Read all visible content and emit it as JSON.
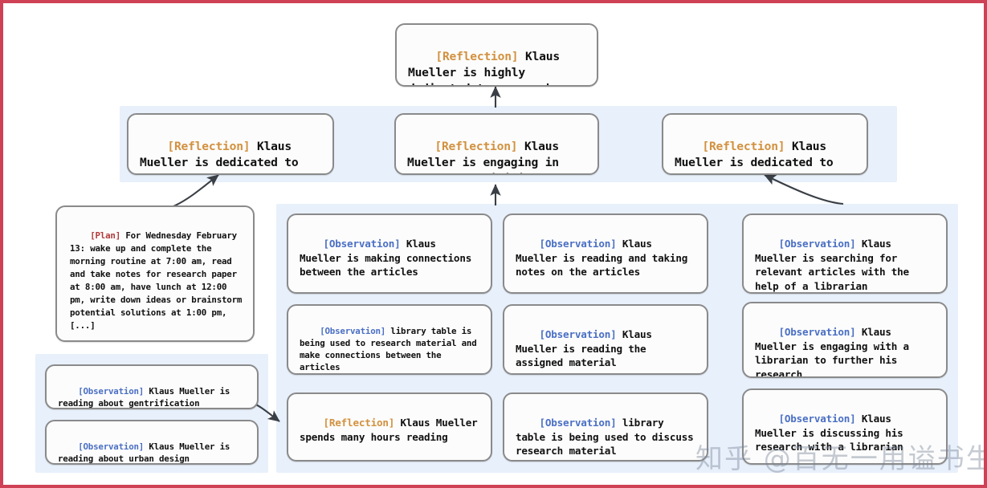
{
  "figure": {
    "type": "reflection-tree-diagram",
    "border_color": "#cf4155",
    "panel_color": "#e8f0fb",
    "node_border_color": "#8a8a8a",
    "tag_colors": {
      "reflection": "#d2913f",
      "observation": "#4a6fc4",
      "plan": "#b03a3a"
    }
  },
  "root": {
    "tag": "[Reflection]",
    "text": " Klaus Mueller is highly dedicated to research"
  },
  "reflections": [
    {
      "tag": "[Reflection]",
      "text": " Klaus Mueller is dedicated to research"
    },
    {
      "tag": "[Reflection]",
      "text": " Klaus Mueller is engaging in research activities"
    },
    {
      "tag": "[Reflection]",
      "text": " Klaus Mueller is dedicated to research"
    }
  ],
  "plan": {
    "tag": "[Plan]",
    "text": " For Wednesday February 13: wake up and complete the morning routine at 7:00 am, read and take notes for research paper at 8:00 am, have lunch at 12:00 pm, write down ideas or brainstorm potential solutions at 1:00 pm, [...]"
  },
  "left_observations": [
    {
      "tag": "[Observation]",
      "text": " Klaus Mueller is reading about gentrification"
    },
    {
      "tag": "[Observation]",
      "text": " Klaus Mueller is reading about urban design"
    }
  ],
  "column_a": [
    {
      "tag": "[Observation]",
      "text": " Klaus Mueller is making connections between the articles"
    },
    {
      "tag": "[Observation]",
      "text": " library table is being used to research material and make connections between the articles"
    },
    {
      "tag": "[Reflection]",
      "text": " Klaus Mueller spends many hours reading"
    }
  ],
  "column_b": [
    {
      "tag": "[Observation]",
      "text": " Klaus Mueller is reading and taking notes on the articles"
    },
    {
      "tag": "[Observation]",
      "text": " Klaus Mueller is reading the assigned material"
    },
    {
      "tag": "[Observation]",
      "text": " library table is being used to discuss research material"
    }
  ],
  "column_c": [
    {
      "tag": "[Observation]",
      "text": " Klaus Mueller is searching for relevant articles with the help of a librarian"
    },
    {
      "tag": "[Observation]",
      "text": " Klaus Mueller is engaging with a librarian to further his research"
    },
    {
      "tag": "[Observation]",
      "text": " Klaus Mueller is discussing his research with a librarian"
    }
  ],
  "watermark": {
    "text": "知乎 @百无一用谥书生"
  }
}
